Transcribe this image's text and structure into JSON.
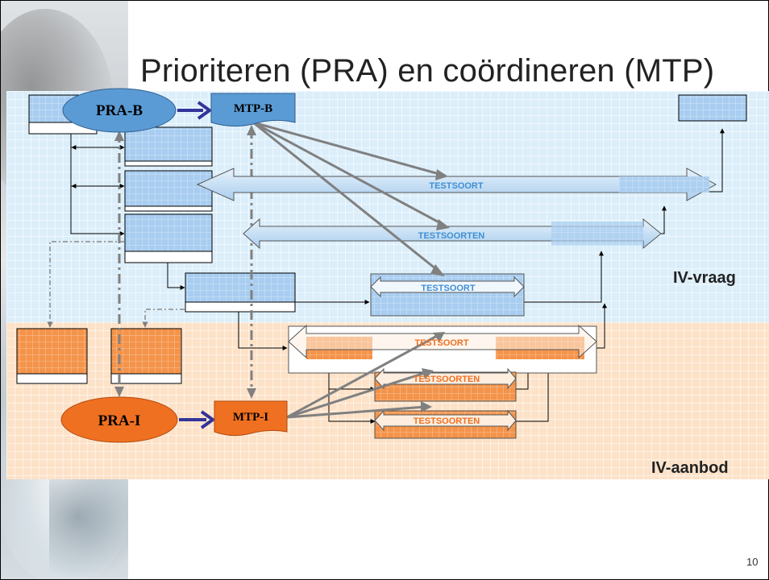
{
  "slide": {
    "title": "Prioriteren (PRA) en coördineren (MTP)",
    "page_number": "10"
  },
  "nodes": {
    "pra_b": "PRA-B",
    "mtp_b": "MTP-B",
    "pra_i": "PRA-I",
    "mtp_i": "MTP-I"
  },
  "arrows": {
    "testsoort_1": "TESTSOORT",
    "testsoorten_1": "TESTSOORTEN",
    "testsoort_2": "TESTSOORT",
    "testsoort_3": "TESTSOORT",
    "testsoorten_2": "TESTSOORTEN",
    "testsoorten_3": "TESTSOORTEN"
  },
  "zones": {
    "vraag": "IV-vraag",
    "aanbod": "IV-aanbod"
  },
  "colors": {
    "blue_zone": "#dbeefa",
    "orange_zone": "#fde2c8",
    "node_blue": "#5b9bd5",
    "node_orange": "#f07021",
    "connector_arrow": "#333399",
    "gray_line": "#808080"
  }
}
